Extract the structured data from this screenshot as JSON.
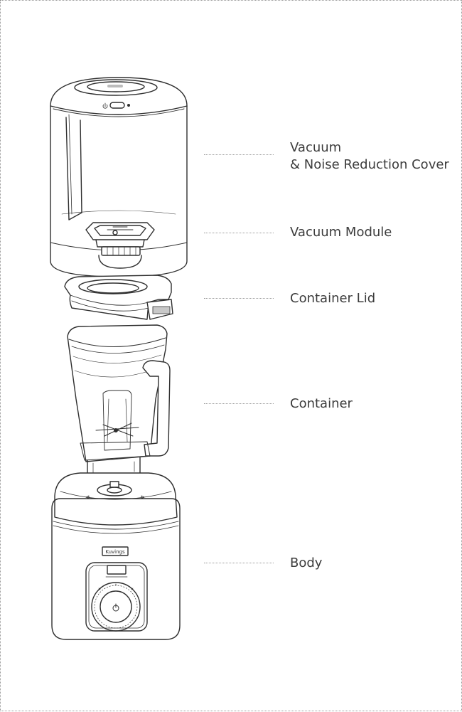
{
  "parts": [
    {
      "id": "cover",
      "lines": [
        "Vacuum",
        "& Noise Reduction Cover"
      ]
    },
    {
      "id": "module",
      "lines": [
        "Vacuum Module"
      ]
    },
    {
      "id": "lid",
      "lines": [
        "Container Lid"
      ]
    },
    {
      "id": "container",
      "lines": [
        "Container"
      ]
    },
    {
      "id": "body",
      "lines": [
        "Body"
      ]
    }
  ],
  "brand_text": "Kuvings",
  "colors": {
    "line": "#2f2f2f",
    "label": "#3c3c3c",
    "leader": "#9b9b9b",
    "frame": "#9a9a9a"
  },
  "icons": [
    "power-icon"
  ]
}
